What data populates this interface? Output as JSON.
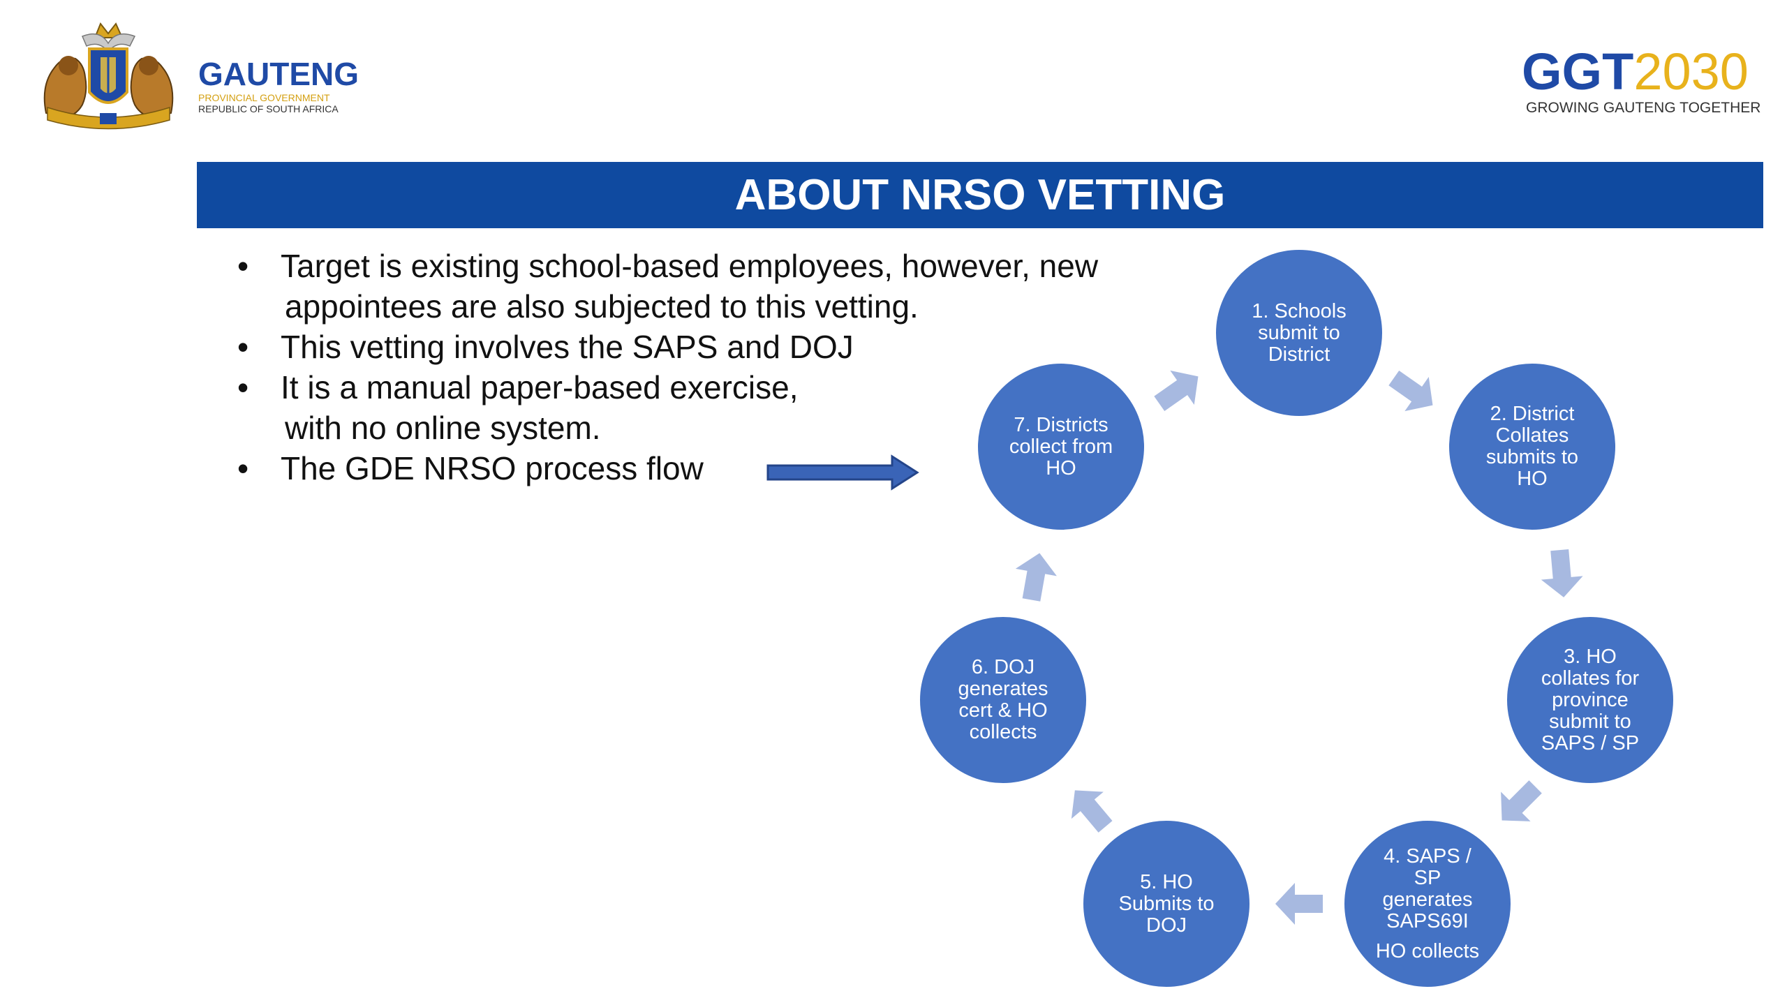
{
  "header": {
    "org_name": "GAUTENG",
    "org_sub1": "PROVINCIAL GOVERNMENT",
    "org_sub2": "REPUBLIC OF SOUTH AFRICA",
    "ggt_prefix": "GGT",
    "ggt_year": "2030",
    "ggt_tagline": "GROWING GAUTENG TOGETHER"
  },
  "title": "ABOUT NRSO VETTING",
  "bullets": [
    {
      "lines": [
        "Target is existing school-based employees, however, new",
        "appointees are also subjected to this vetting."
      ]
    },
    {
      "lines": [
        "This vetting involves the SAPS and DOJ"
      ]
    },
    {
      "lines": [
        "It is a manual paper-based exercise,",
        "with no online system."
      ]
    },
    {
      "lines": [
        "The GDE NRSO process flow"
      ]
    }
  ],
  "bullet_symbol": "•",
  "colors": {
    "banner": "#0f4aa0",
    "node": "#4472c4",
    "connector": "#a7b9e0",
    "pointer_arrow": "#3a64b7",
    "gauteng_blue": "#1f4aa6",
    "ggt_gold": "#e8b21c"
  },
  "cycle": {
    "nodes": [
      {
        "label": "1. Schools\nsubmit to\nDistrict",
        "extra": ""
      },
      {
        "label": "2. District\nCollates\nsubmits to\nHO",
        "extra": ""
      },
      {
        "label": "3. HO\ncollates for\nprovince\nsubmit to\nSAPS / SP",
        "extra": ""
      },
      {
        "label": "4. SAPS /\nSP\ngenerates\nSAPS69I",
        "extra": "HO collects"
      },
      {
        "label": "5. HO\nSubmits  to\nDOJ",
        "extra": ""
      },
      {
        "label": "6. DOJ\ngenerates\ncert & HO\ncollects",
        "extra": ""
      },
      {
        "label": "7. Districts\ncollect from\nHO",
        "extra": ""
      }
    ]
  }
}
